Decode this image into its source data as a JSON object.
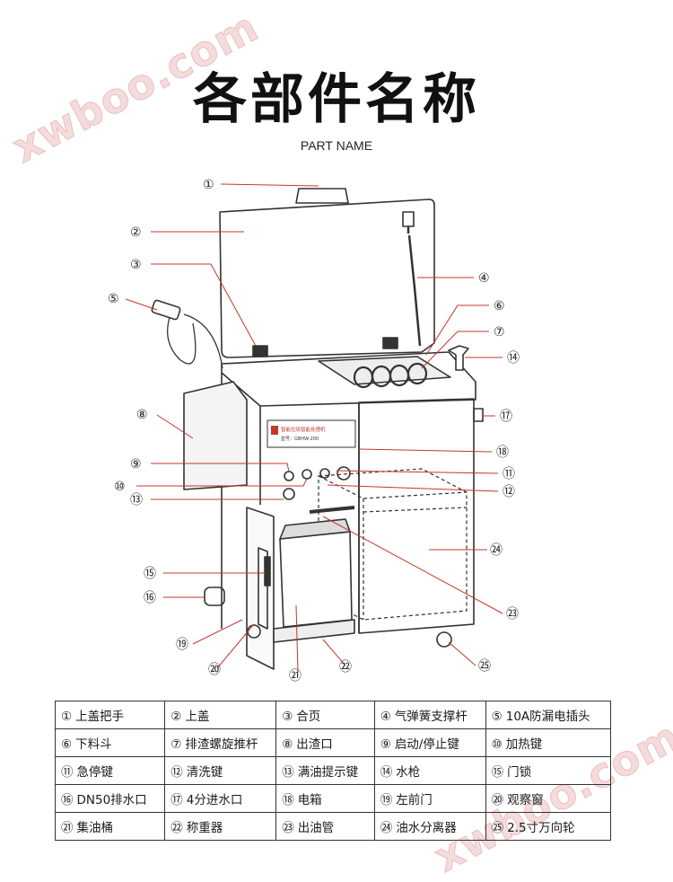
{
  "header": {
    "title": "各部件名称",
    "subtitle": "PART NAME"
  },
  "watermarks": [
    "xwboo.com",
    "xwboo.com"
  ],
  "control_panel": {
    "brand_text": "智能垃圾智能处理机",
    "model_text": "型号：GBHW-200"
  },
  "colors": {
    "callout_line": "#c0392b",
    "outline": "#333333",
    "watermark": "#e08a8a"
  },
  "callouts": [
    {
      "num": "①"
    },
    {
      "num": "②"
    },
    {
      "num": "③"
    },
    {
      "num": "④"
    },
    {
      "num": "⑤"
    },
    {
      "num": "⑥"
    },
    {
      "num": "⑦"
    },
    {
      "num": "⑧"
    },
    {
      "num": "⑨"
    },
    {
      "num": "⑩"
    },
    {
      "num": "⑪"
    },
    {
      "num": "⑫"
    },
    {
      "num": "⑬"
    },
    {
      "num": "⑭"
    },
    {
      "num": "⑮"
    },
    {
      "num": "⑯"
    },
    {
      "num": "⑰"
    },
    {
      "num": "⑱"
    },
    {
      "num": "⑲"
    },
    {
      "num": "⑳"
    },
    {
      "num": "㉑"
    },
    {
      "num": "㉒"
    },
    {
      "num": "㉓"
    },
    {
      "num": "㉔"
    },
    {
      "num": "㉕"
    }
  ],
  "parts_table": [
    [
      {
        "num": "①",
        "label": "上盖把手"
      },
      {
        "num": "②",
        "label": "上盖"
      },
      {
        "num": "③",
        "label": "合页"
      },
      {
        "num": "④",
        "label": "气弹簧支撑杆"
      },
      {
        "num": "⑤",
        "label": "10A防漏电插头"
      }
    ],
    [
      {
        "num": "⑥",
        "label": "下料斗"
      },
      {
        "num": "⑦",
        "label": "排渣螺旋推杆"
      },
      {
        "num": "⑧",
        "label": "出渣口"
      },
      {
        "num": "⑨",
        "label": "启动/停止键"
      },
      {
        "num": "⑩",
        "label": "加热键"
      }
    ],
    [
      {
        "num": "⑪",
        "label": "急停键"
      },
      {
        "num": "⑫",
        "label": "清洗键"
      },
      {
        "num": "⑬",
        "label": "满油提示键"
      },
      {
        "num": "⑭",
        "label": "水枪"
      },
      {
        "num": "⑮",
        "label": "门锁"
      }
    ],
    [
      {
        "num": "⑯",
        "label": "DN50排水口"
      },
      {
        "num": "⑰",
        "label": "4分进水口"
      },
      {
        "num": "⑱",
        "label": "电箱"
      },
      {
        "num": "⑲",
        "label": "左前门"
      },
      {
        "num": "⑳",
        "label": "观察窗"
      }
    ],
    [
      {
        "num": "㉑",
        "label": "集油桶"
      },
      {
        "num": "㉒",
        "label": "称重器"
      },
      {
        "num": "㉓",
        "label": "出油管"
      },
      {
        "num": "㉔",
        "label": "油水分离器"
      },
      {
        "num": "㉕",
        "label": "2.5寸万向轮"
      }
    ]
  ]
}
